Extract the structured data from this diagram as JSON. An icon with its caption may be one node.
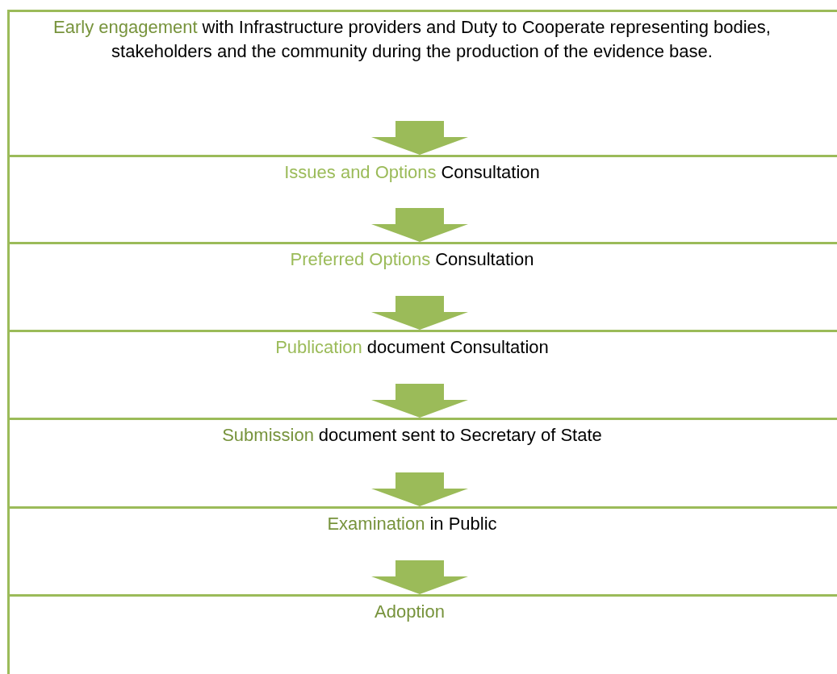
{
  "diagram": {
    "nodes": [
      {
        "text": [
          "Early engagement",
          "with Infrastructure providers and Duty to Cooperate representing bodies, stakeholders and the community during the production of the evidence base."
        ]
      },
      {
        "text": [
          "Issues and Options",
          "Consultation"
        ]
      },
      {
        "text": [
          "Preferred Options",
          "Consultation"
        ]
      },
      {
        "text": [
          "Publication",
          "document  Consultation"
        ]
      },
      {
        "text": [
          "Submission",
          "document sent to Secretary of State"
        ]
      },
      {
        "text": [
          "Examination",
          "in Public"
        ]
      },
      {
        "text": [
          "Adoption"
        ]
      }
    ],
    "edges": [
      {
        "from": 0,
        "to": 1,
        "arrow": "to"
      },
      {
        "from": 1,
        "to": 2,
        "arrow": "to"
      },
      {
        "from": 2,
        "to": 3,
        "arrow": "to"
      },
      {
        "from": 3,
        "to": 4,
        "arrow": "to"
      },
      {
        "from": 4,
        "to": 5,
        "arrow": "to"
      },
      {
        "from": 5,
        "to": 6,
        "arrow": "to"
      }
    ]
  }
}
